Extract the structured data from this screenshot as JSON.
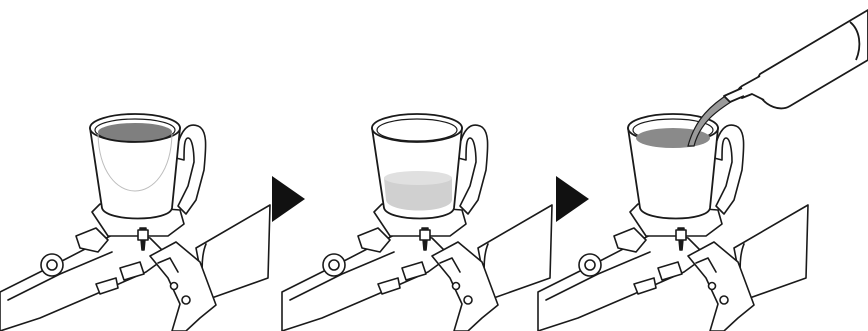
{
  "diagram": {
    "panels": [
      {
        "step": 1,
        "reservoir_state": "fluid-at-top",
        "fluid_color": "#7f7f7f"
      },
      {
        "step": 2,
        "reservoir_state": "fluid-low",
        "fluid_color": "#d0d0d0"
      },
      {
        "step": 3,
        "reservoir_state": "refilling-from-bottle",
        "fluid_color": "#8a8a8a"
      }
    ],
    "arrows": [
      {
        "between": [
          1,
          2
        ],
        "icon": "right-triangle-arrow-icon",
        "color": "#111111"
      },
      {
        "between": [
          2,
          3
        ],
        "icon": "right-triangle-arrow-icon",
        "color": "#111111"
      }
    ],
    "line_color": "#1a1a1a"
  }
}
